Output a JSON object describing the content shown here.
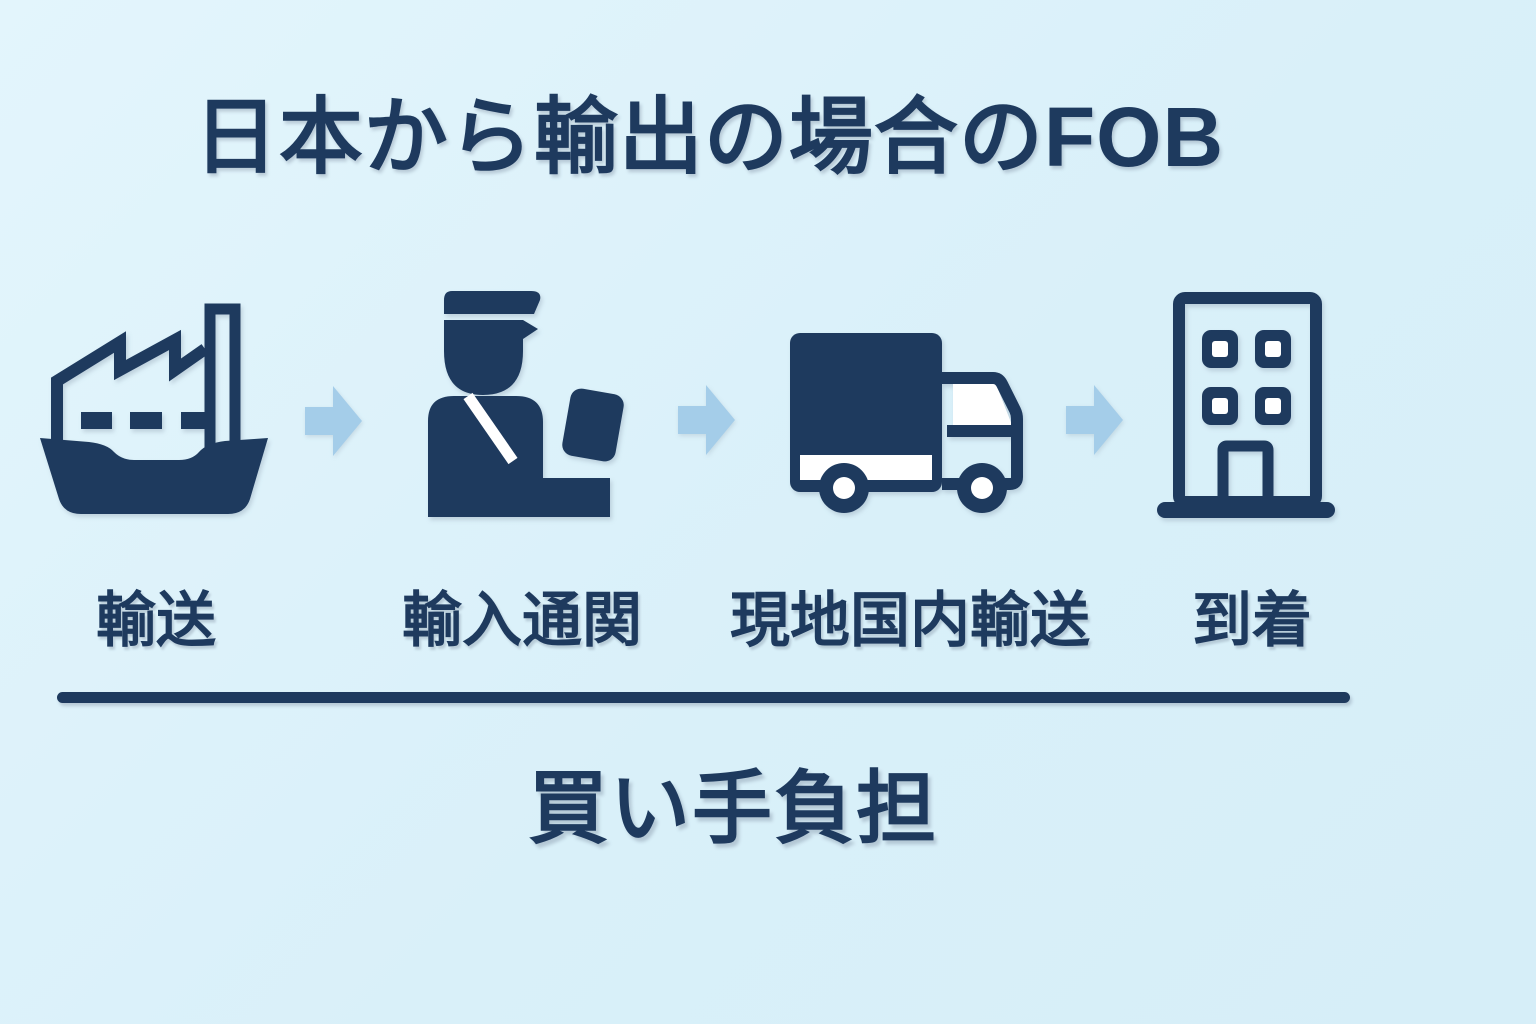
{
  "title": "日本から輸出の場合のFOB",
  "flow": {
    "steps": [
      {
        "label": "輸送",
        "icon": "cargo-ship-icon"
      },
      {
        "label": "輸入通関",
        "icon": "customs-officer-icon"
      },
      {
        "label": "現地国内輸送",
        "icon": "delivery-truck-icon"
      },
      {
        "label": "到着",
        "icon": "office-building-icon"
      }
    ],
    "connector_icon": "arrow-right-icon",
    "connector_count": 3
  },
  "footer": {
    "label": "買い手負担"
  },
  "colors": {
    "background": "#d9f0f9",
    "ink_navy": "#1e3a5e",
    "arrow_blue": "#a4cde9",
    "highlight_white": "#ffffff"
  }
}
